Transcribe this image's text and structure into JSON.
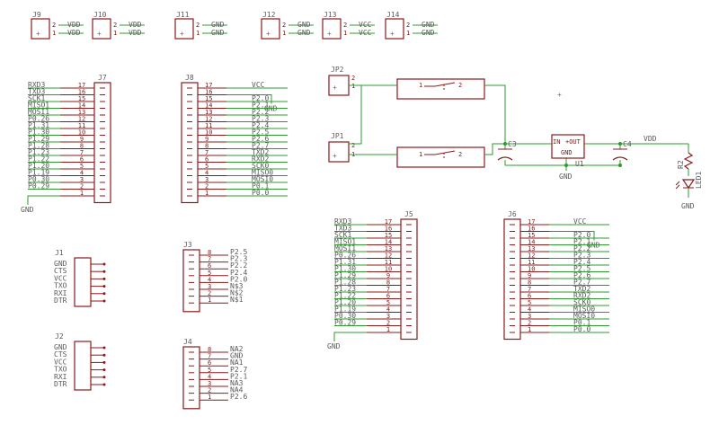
{
  "colors": {
    "wire": "#2e9a2e",
    "symbol": "#8b1a1a",
    "label": "#5a5a5a",
    "pin_number": "#7a1a1a",
    "background": "#ffffff"
  },
  "small_headers": [
    {
      "ref": "J9",
      "nets": [
        "VDD",
        "VDD"
      ],
      "pins": [
        "2",
        "1"
      ]
    },
    {
      "ref": "J10",
      "nets": [
        "VDD",
        "VDD"
      ],
      "pins": [
        "2",
        "1"
      ]
    },
    {
      "ref": "J11",
      "nets": [
        "GND",
        "GND"
      ],
      "pins": [
        "2",
        "1"
      ]
    },
    {
      "ref": "J12",
      "nets": [
        "GND",
        "GND"
      ],
      "pins": [
        "2",
        "1"
      ]
    },
    {
      "ref": "J13",
      "nets": [
        "VCC",
        "VCC"
      ],
      "pins": [
        "2",
        "1"
      ]
    },
    {
      "ref": "J14",
      "nets": [
        "GND",
        "GND"
      ],
      "pins": [
        "2",
        "1"
      ]
    }
  ],
  "j7": {
    "ref": "J7",
    "nets": [
      "RXD3",
      "TXD3",
      "SCK1",
      "MISO1",
      "MOSI1",
      "P0.26",
      "P1.31",
      "P1.30",
      "P1.29",
      "P1.28",
      "P1.23",
      "P1.22",
      "P1.20",
      "P1.19",
      "P0.30",
      "P0.29",
      ""
    ],
    "gnd": "GND"
  },
  "j8": {
    "ref": "J8",
    "nets": [
      "VCC",
      "GND",
      "P2.0",
      "P2.1",
      "P2.2",
      "P2.3",
      "P2.4",
      "P2.5",
      "P2.6",
      "P2.7",
      "TXD2",
      "RXD2",
      "SCK0",
      "MISO0",
      "MOSI0",
      "P0.1",
      "P0.0"
    ],
    "gnd": "GND"
  },
  "j5": {
    "ref": "J5",
    "nets": [
      "RXD3",
      "TXD3",
      "SCK1",
      "MISO1",
      "MOSI1",
      "P0.26",
      "P1.31",
      "P1.30",
      "P1.29",
      "P1.28",
      "P1.23",
      "P1.22",
      "P1.20",
      "P1.19",
      "P0.30",
      "P0.29",
      ""
    ],
    "gnd": "GND"
  },
  "j6": {
    "ref": "J6",
    "nets": [
      "VCC",
      "GND",
      "P2.0",
      "P2.1",
      "P2.2",
      "P2.3",
      "P2.4",
      "P2.5",
      "P2.6",
      "P2.7",
      "TXD2",
      "RXD2",
      "SCK0",
      "MISO0",
      "MOSI0",
      "P0.1",
      "P0.0"
    ],
    "gnd": "GND"
  },
  "j3": {
    "ref": "J3",
    "nets": [
      "P2.5",
      "P2.3",
      "P2.2",
      "P2.4",
      "P2.0",
      "N$3",
      "N$2",
      "N$1"
    ],
    "pins": [
      "8",
      "7",
      "6",
      "5",
      "4",
      "3",
      "2",
      "1"
    ]
  },
  "j4": {
    "ref": "J4",
    "nets": [
      "NA2",
      "GND",
      "NA1",
      "P2.7",
      "P2.1",
      "NA3",
      "NA4",
      "P2.6"
    ],
    "pins": [
      "8",
      "7",
      "6",
      "5",
      "4",
      "3",
      "2",
      "1"
    ]
  },
  "j1": {
    "ref": "J1",
    "pins": [
      "GND",
      "CTS",
      "VCC",
      "TXO",
      "RXI",
      "DTR"
    ]
  },
  "j2": {
    "ref": "J2",
    "pins": [
      "GND",
      "CTS",
      "VCC",
      "TXO",
      "RXI",
      "DTR"
    ]
  },
  "power": {
    "jp2": "JP2",
    "jp1": "JP1",
    "jp_pins": [
      "2",
      "1"
    ],
    "sw_pins": [
      "1",
      "2"
    ],
    "c3": "C3",
    "c4": "C4",
    "u1": "U1",
    "r2": "R2",
    "led1": "LED1",
    "u1_in": "IN",
    "u1_out": "+OUT",
    "u1_gnd": "GND",
    "vdd": "VDD",
    "gnd": "GND"
  }
}
